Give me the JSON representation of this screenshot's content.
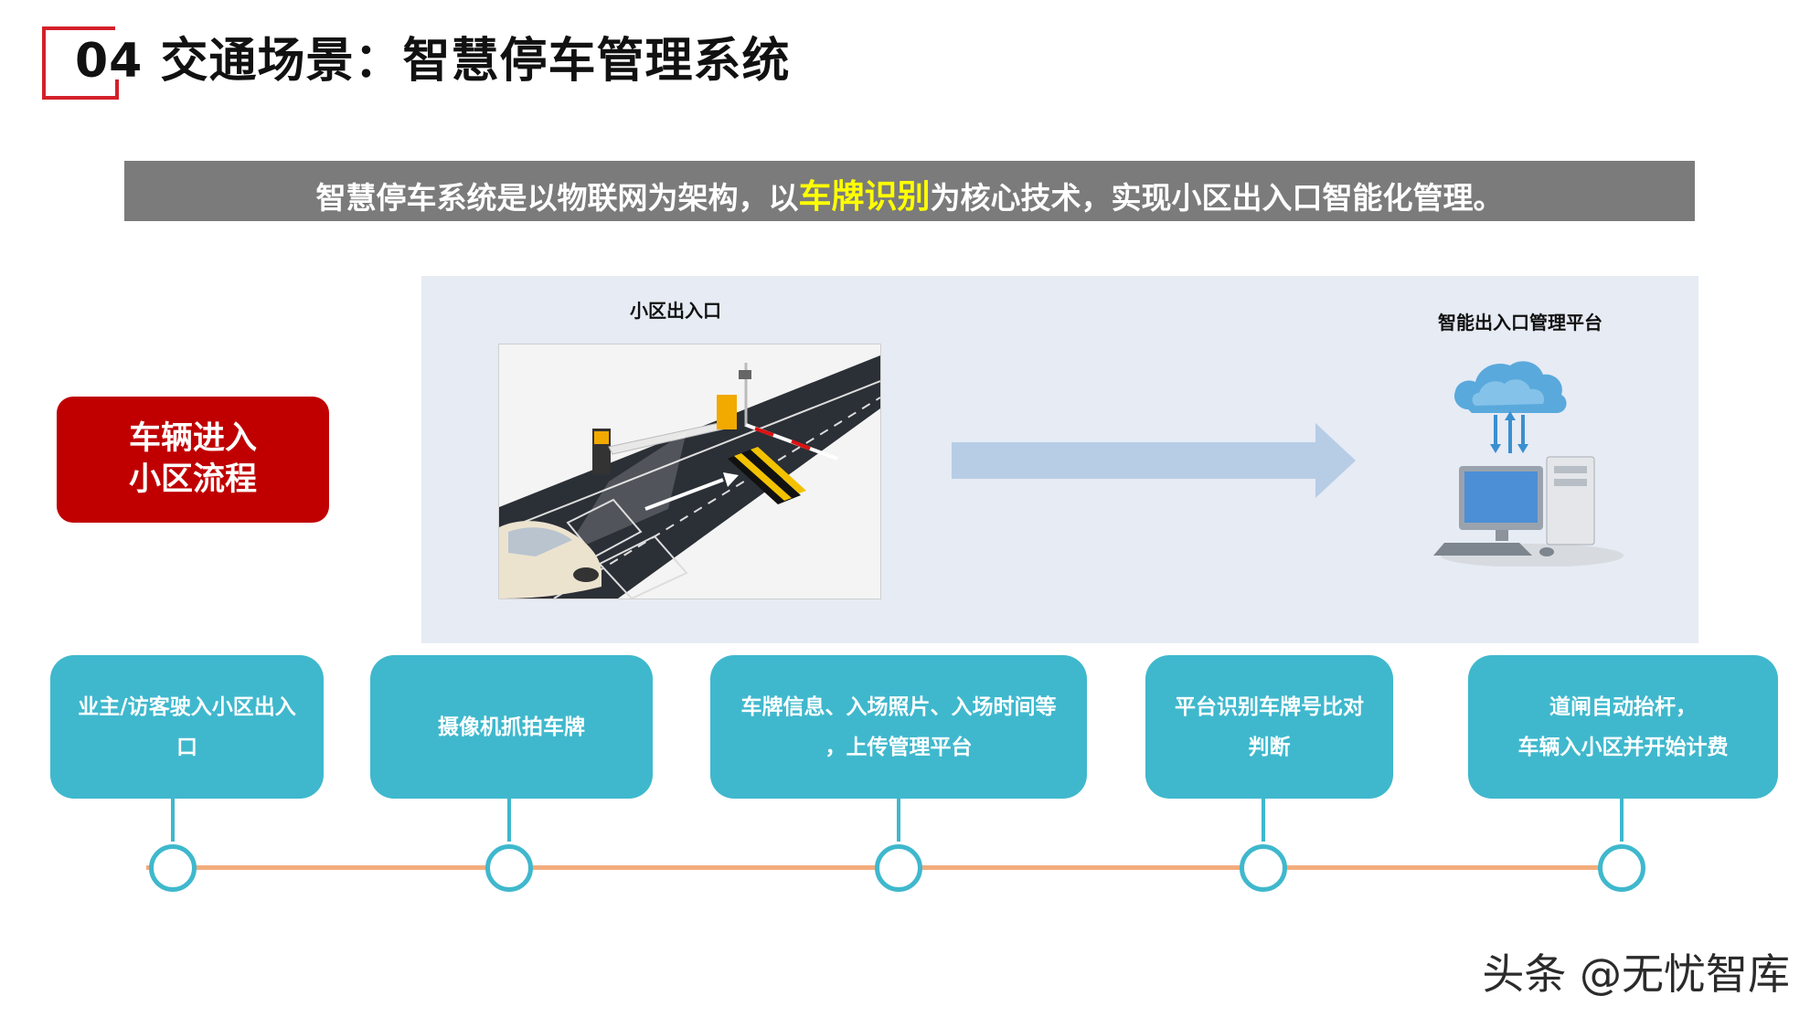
{
  "title": "04 交通场景：智慧停车管理系统",
  "banner": {
    "prefix": "智慧停车系统是以物联网为架构，以",
    "highlight": "车牌识别",
    "suffix": "为核心技术，实现小区出入口智能化管理。"
  },
  "diagram": {
    "entrance_label": "小区出入口",
    "platform_label": "智能出入口管理平台"
  },
  "flow_label": {
    "line1": "车辆进入",
    "line2": "小区流程"
  },
  "steps": [
    {
      "line1": "业主/访客驶入小区出入",
      "line2": "口"
    },
    {
      "line1": "摄像机抓拍车牌",
      "line2": ""
    },
    {
      "line1": "车牌信息、入场照片、入场时间等",
      "line2": "，上传管理平台"
    },
    {
      "line1": "平台识别车牌号比对",
      "line2": "判断"
    },
    {
      "line1": "道闸自动抬杆，",
      "line2": "车辆入小区并开始计费"
    }
  ],
  "watermark": "头条 @无忧智库",
  "colors": {
    "accent_red": "#c00000",
    "teal": "#3fb8cd",
    "timeline": "#f3ad7d",
    "banner_bg": "#7b7b7b",
    "highlight": "#ffff00"
  }
}
